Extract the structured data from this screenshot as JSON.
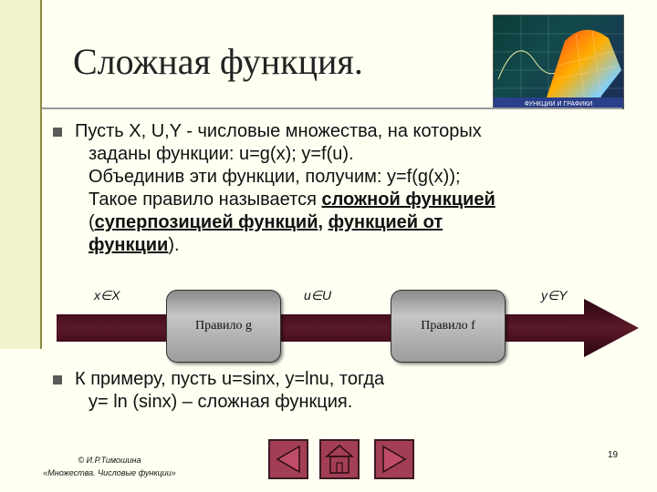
{
  "title": "Сложная функция.",
  "paragraph1": {
    "line1": "Пусть X, U,Y - числовые множества, на которых",
    "line2": "заданы функции: u=g(x); y=f(u).",
    "line3": "Объединив эти функции, получим:  y=f(g(x));",
    "line4_prefix": "Такое правило называется ",
    "line4_bold": "сложной функцией",
    "line5_open": "(",
    "line5_bold1": "суперпозицией функций,",
    "line5_space": " ",
    "line5_bold2": "функцией от",
    "line6_bold": "функции",
    "line6_close": ")."
  },
  "diagram": {
    "label_x": "x∈X",
    "label_u": "u∈U",
    "label_y": "y∈Y",
    "rule_g": "Правило g",
    "rule_f": "Правило f"
  },
  "paragraph2": {
    "line1": "К примеру, пусть u=sinx, y=lnu, тогда",
    "line2": "y= ln (sinx) – сложная функция."
  },
  "footer": {
    "author": "© И.Р.Тимошина",
    "course": "«Множества. Числовые функции»"
  },
  "page_number": "19",
  "thumbnail_caption": "ФУНКЦИИ И ГРАФИКИ",
  "colors": {
    "background": "#fffff2",
    "left_band": "#f2f2cc",
    "nav_button": "#a33e57",
    "arrow": "#4b0f1c"
  },
  "nav": {
    "prev_icon": "triangle-left-icon",
    "home_icon": "home-icon",
    "next_icon": "triangle-right-icon"
  }
}
